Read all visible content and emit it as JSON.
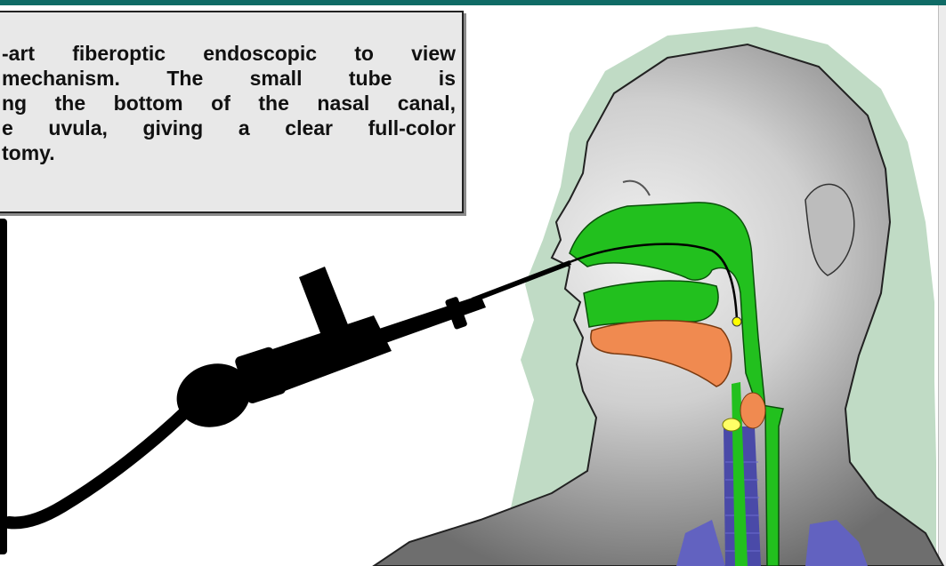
{
  "caption": {
    "lines": [
      "-art fiberoptic endoscopic to view",
      "mechanism.  The  small  tube  is",
      "ng the bottom of the nasal canal,",
      "e  uvula,  giving  a  clear  full-color",
      "tomy."
    ]
  },
  "colors": {
    "frame_bar": "#0f6b66",
    "airway": "#22c01e",
    "tongue": "#f08a50",
    "trachea": "#4a4aa8",
    "lungs": "#6262c0",
    "scope_tip": "#ffff00",
    "halo": "#b9d7bf",
    "head_skin": "#a9a9a9",
    "scope": "#000000"
  },
  "icons": [
    "fiberoptic-endoscope",
    "scope-cable",
    "light-tip-dot"
  ]
}
